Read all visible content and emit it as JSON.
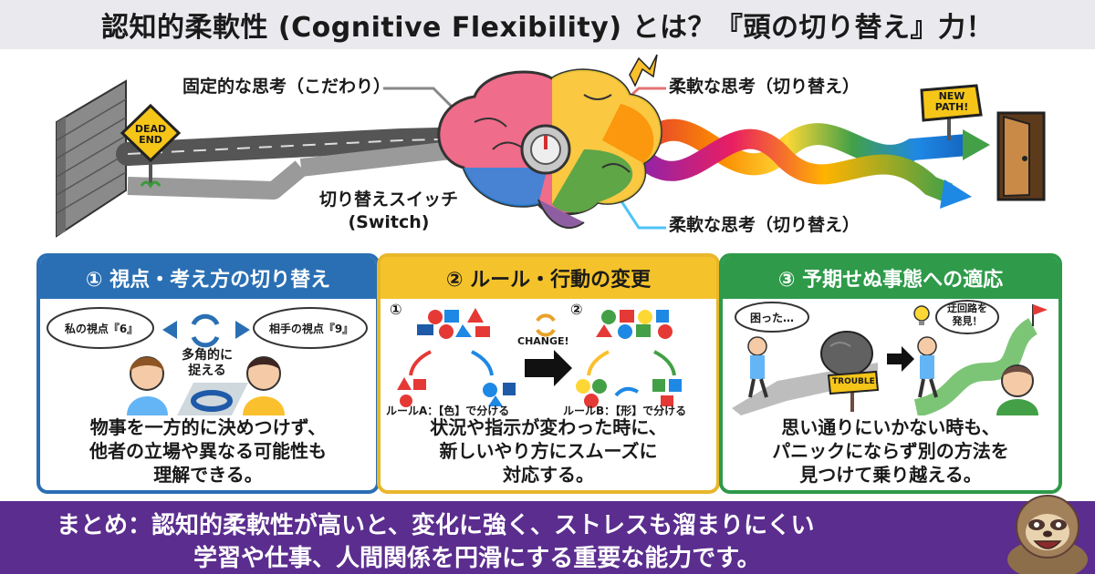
{
  "header": {
    "title": "認知的柔軟性 (Cognitive Flexibility) とは？『頭の切り替え』力！"
  },
  "hero": {
    "fixed_label": "固定的な思考（こだわり）",
    "flex_label_top": "柔軟な思考（切り替え）",
    "flex_label_bottom": "柔軟な思考（切り替え）",
    "switch_label_1": "切り替えスイッチ",
    "switch_label_2": "(Switch)",
    "dead_end_1": "DEAD",
    "dead_end_2": "END",
    "new_path_1": "NEW",
    "new_path_2": "PATH!"
  },
  "panels": [
    {
      "title": "① 視点・考え方の切り替え",
      "bubble_left": "私の視点『6』",
      "bubble_right": "相手の視点『9』",
      "middle_1": "多角的に",
      "middle_2": "捉える",
      "body_1": "物事を一方的に決めつけず、",
      "body_2": "他者の立場や異なる可能性も",
      "body_3": "理解できる。"
    },
    {
      "title": "② ルール・行動の変更",
      "step_1": "①",
      "step_2": "②",
      "change": "CHANGE!",
      "rule_a": "ルールA：【色】で分ける",
      "rule_b": "ルールB：【形】で分ける",
      "body_1": "状況や指示が変わった時に、",
      "body_2": "新しいやり方にスムーズに",
      "body_3": "対応する。"
    },
    {
      "title": "③ 予期せぬ事態への適応",
      "bubble_left": "困った…",
      "bubble_right_1": "迂回路を",
      "bubble_right_2": "発見！",
      "trouble": "TROUBLE!",
      "body_1": "思い通りにいかない時も、",
      "body_2": "パニックにならず別の方法を",
      "body_3": "見つけて乗り越える。"
    }
  ],
  "summary": {
    "line_1": "まとめ：認知的柔軟性が高いと、変化に強く、ストレスも溜まりにくい",
    "line_2": "学習や仕事、人間関係を円滑にする重要な能力です。"
  },
  "colors": {
    "panel_1": "#2a6fb3",
    "panel_2": "#f4c22b",
    "panel_3": "#2e9a4a",
    "summary_bg": "#5b2d8e",
    "title_bg": "#e9e9ee"
  }
}
